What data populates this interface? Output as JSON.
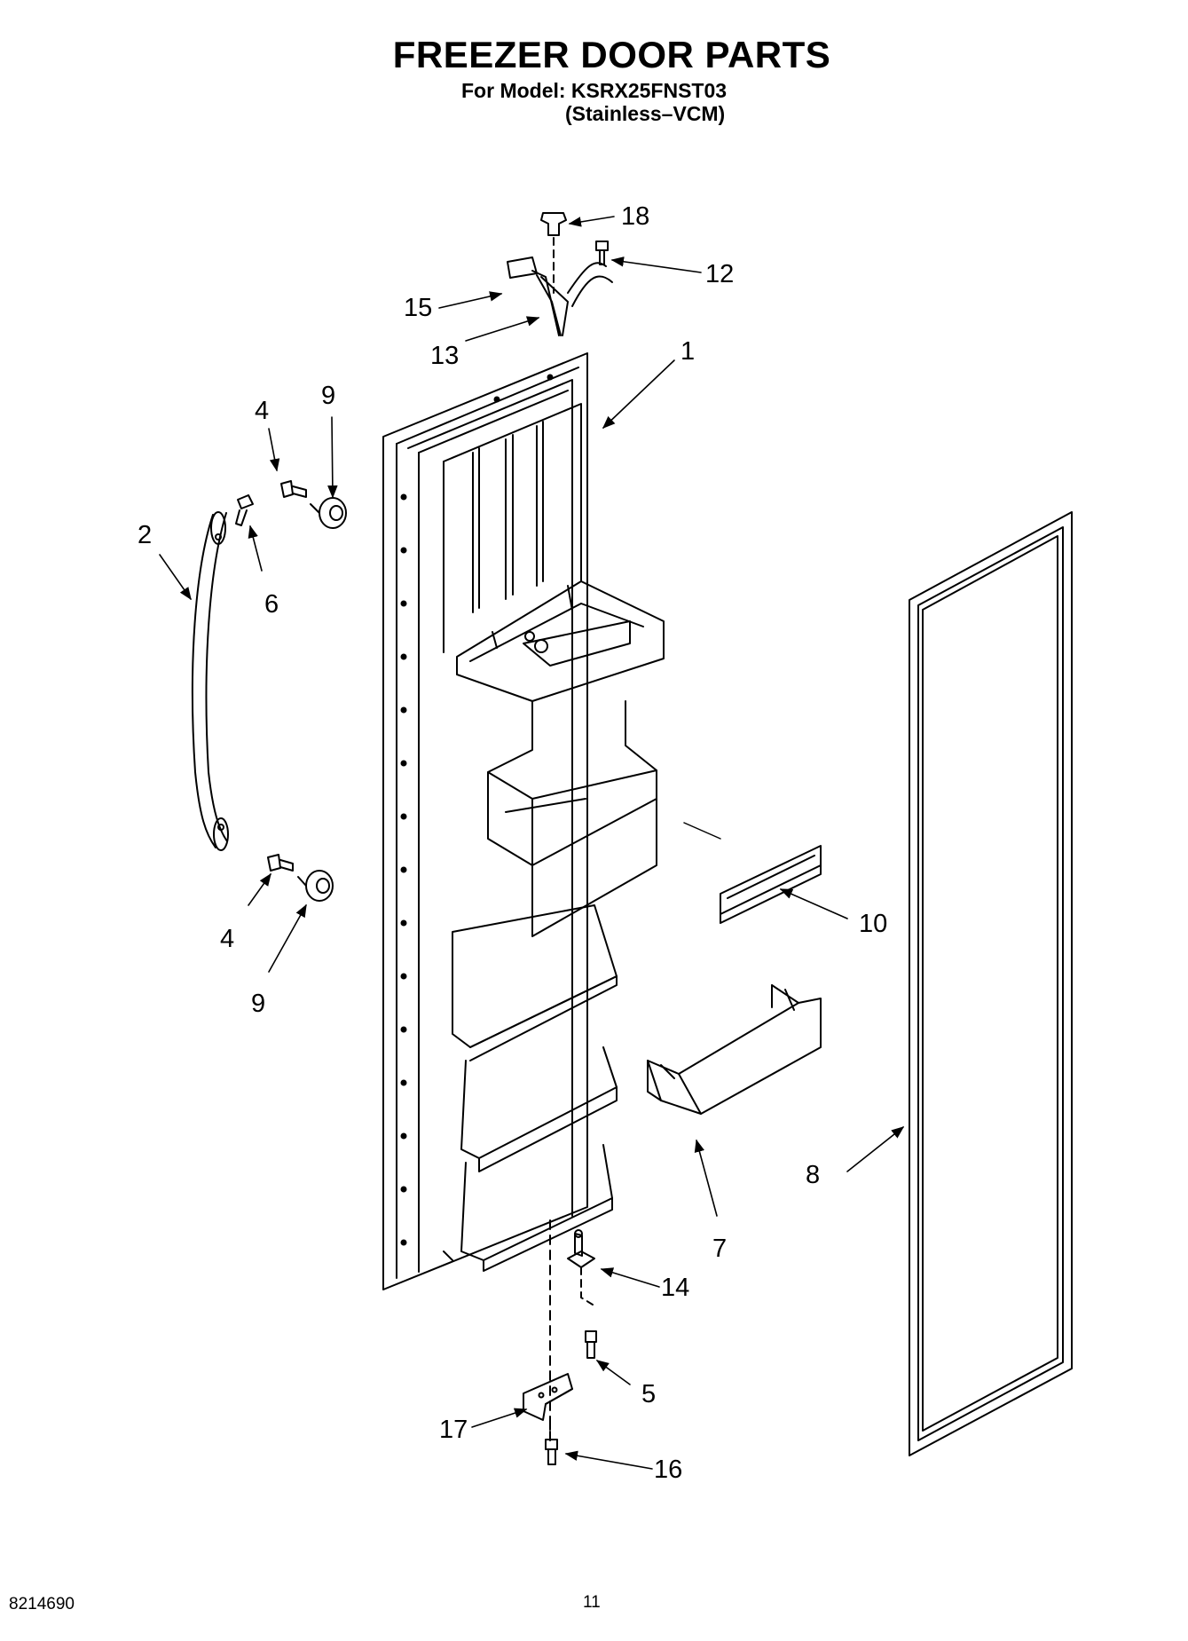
{
  "header": {
    "title": "FREEZER DOOR PARTS",
    "model_line": "For Model: KSRX25FNST03",
    "variant_line": "(Stainless–VCM)"
  },
  "footer": {
    "doc_number": "8214690",
    "page_number": "11"
  },
  "callouts": {
    "c1": "1",
    "c2": "2",
    "c4a": "4",
    "c4b": "4",
    "c5": "5",
    "c6": "6",
    "c7": "7",
    "c8": "8",
    "c9a": "9",
    "c9b": "9",
    "c10": "10",
    "c12": "12",
    "c13": "13",
    "c14": "14",
    "c15": "15",
    "c16": "16",
    "c17": "17",
    "c18": "18"
  }
}
